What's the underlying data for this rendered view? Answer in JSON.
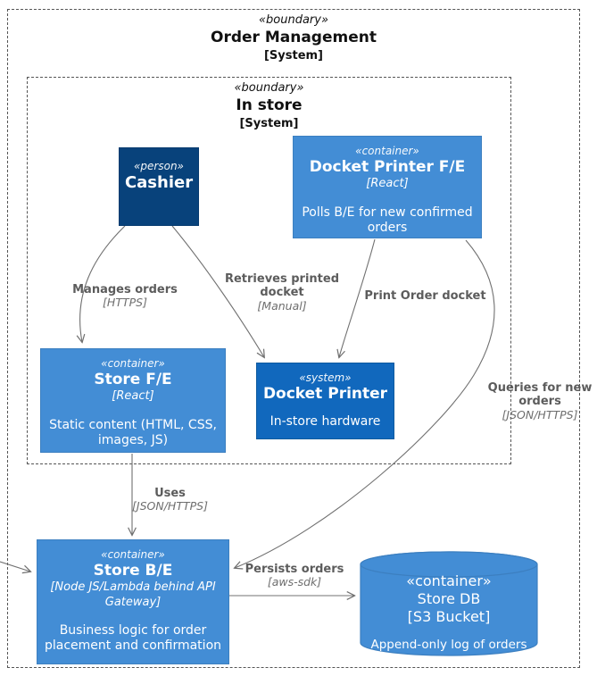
{
  "colors": {
    "person_bg": "#08427B",
    "person_border": "#073B6F",
    "container_bg": "#438DD5",
    "container_border": "#3C7FC0",
    "system_bg": "#1168BD",
    "system_border": "#0E5A9F",
    "arrow": "#707070",
    "edge_label": "#5c5c5c",
    "edge_tech": "#6e6e6e",
    "boundary_border": "#555555",
    "boundary_text": "#111111",
    "node_text": "#ffffff",
    "canvas_bg": "#ffffff"
  },
  "outer_boundary": {
    "stereotype": "«boundary»",
    "name": "Order Management",
    "type": "[System]"
  },
  "inner_boundary": {
    "stereotype": "«boundary»",
    "name": "In store",
    "type": "[System]"
  },
  "nodes": {
    "cashier": {
      "stereotype": "«person»",
      "name": "Cashier"
    },
    "docket_printer_fe": {
      "stereotype": "«container»",
      "name": "Docket Printer F/E",
      "tech": "[React]",
      "desc": "Polls B/E for new confirmed orders"
    },
    "store_fe": {
      "stereotype": "«container»",
      "name": "Store F/E",
      "tech": "[React]",
      "desc": "Static content (HTML, CSS, images, JS)"
    },
    "docket_printer": {
      "stereotype": "«system»",
      "name": "Docket Printer",
      "desc": "In-store hardware"
    },
    "store_be": {
      "stereotype": "«container»",
      "name": "Store B/E",
      "tech": "[Node JS/Lambda behind API Gateway]",
      "desc": "Business logic for order placement and confirmation"
    },
    "store_db": {
      "stereotype": "«container»",
      "name": "Store DB",
      "tech": "[S3 Bucket]",
      "desc": "Append-only log of orders"
    }
  },
  "edges": {
    "manages": {
      "label": "Manages orders",
      "tech": "[HTTPS]"
    },
    "retrieves": {
      "label": "Retrieves printed docket",
      "tech": "[Manual]"
    },
    "print": {
      "label": "Print Order docket"
    },
    "queries": {
      "label": "Queries for new orders",
      "tech": "[JSON/HTTPS]"
    },
    "uses": {
      "label": "Uses",
      "tech": "[JSON/HTTPS]"
    },
    "persists": {
      "label": "Persists orders",
      "tech": "[aws-sdk]"
    }
  }
}
